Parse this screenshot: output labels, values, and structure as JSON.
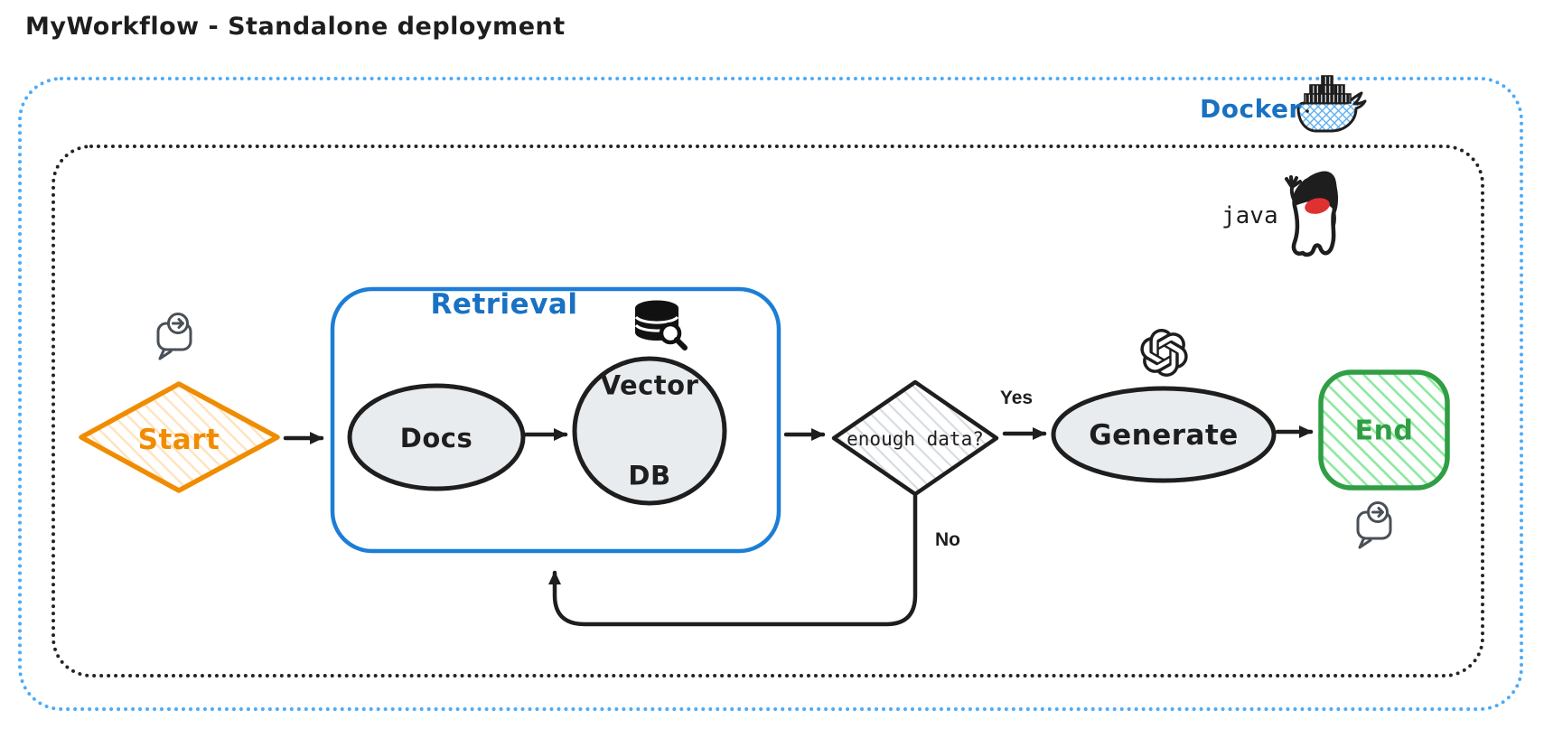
{
  "title": "MyWorkflow - Standalone deployment",
  "colors": {
    "outer_border": "#4dabf7",
    "blue_text": "#1971c2",
    "retrieval_border": "#1c7ed6",
    "orange": "#f08c00",
    "green": "#2f9e44",
    "ink": "#1e1e1e",
    "node_fill": "#e9ecef",
    "icon_gray": "#495057",
    "duke_red": "#e03131"
  },
  "containers": {
    "docker": {
      "label": "Docker",
      "icon": "docker-whale-icon"
    },
    "java": {
      "label": "java",
      "icon": "java-duke-icon"
    },
    "retrieval": {
      "label": "Retrieval",
      "icon": "database-search-icon"
    }
  },
  "nodes": {
    "start": {
      "label": "Start",
      "shape": "diamond"
    },
    "docs": {
      "label": "Docs",
      "shape": "ellipse"
    },
    "vector_db": {
      "line1": "Vector",
      "line2": "DB",
      "shape": "ellipse"
    },
    "decision": {
      "label": "enough data?",
      "shape": "diamond"
    },
    "generate": {
      "label": "Generate",
      "shape": "ellipse",
      "icon": "openai-icon"
    },
    "end": {
      "label": "End",
      "shape": "rounded-rect"
    }
  },
  "edges": {
    "yes": {
      "label": "Yes"
    },
    "no": {
      "label": "No"
    }
  },
  "icons": {
    "start_note": "message-arrow-icon",
    "end_note": "message-arrow-icon"
  }
}
